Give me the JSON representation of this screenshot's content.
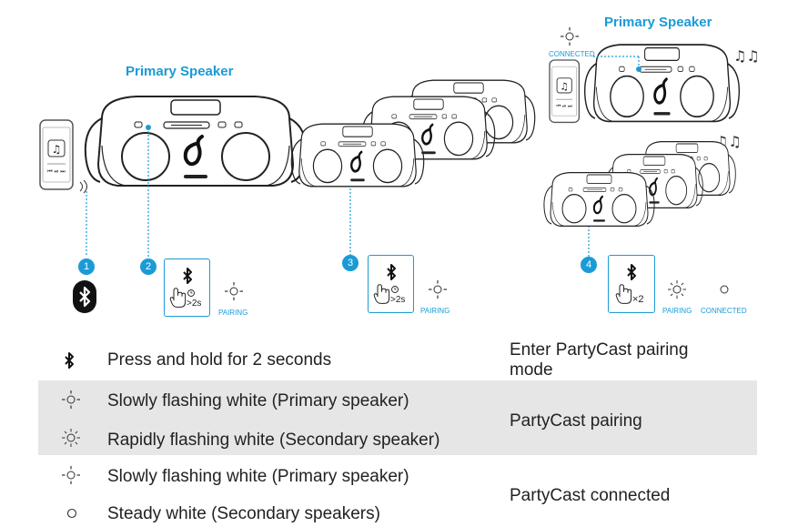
{
  "figure": {
    "primary_title_1": "Primary Speaker",
    "primary_title_2": "Primary Speaker",
    "steps": [
      "1",
      "2",
      "3",
      "4"
    ],
    "hold_duration": ">2s",
    "press_count": "×2",
    "pairing_label": "PAIRING",
    "connected_label": "CONNECTED",
    "connected_label_top": "CONNECTED",
    "accent_color": "#1a9bd6"
  },
  "table": {
    "rows": [
      {
        "icon": "bluetooth-icon",
        "description": "Press and hold for 2 seconds"
      },
      {
        "icon": "slow-flash-icon",
        "description": "Slowly flashing white (Primary speaker)"
      },
      {
        "icon": "rapid-flash-icon",
        "description": "Rapidly flashing white (Secondary speaker)"
      },
      {
        "icon": "slow-flash-icon",
        "description": "Slowly flashing white (Primary speaker)"
      },
      {
        "icon": "steady-icon",
        "description": "Steady white (Secondary speakers)"
      }
    ],
    "results": [
      "Enter PartyCast pairing mode",
      "PartyCast pairing",
      "PartyCast connected"
    ]
  }
}
